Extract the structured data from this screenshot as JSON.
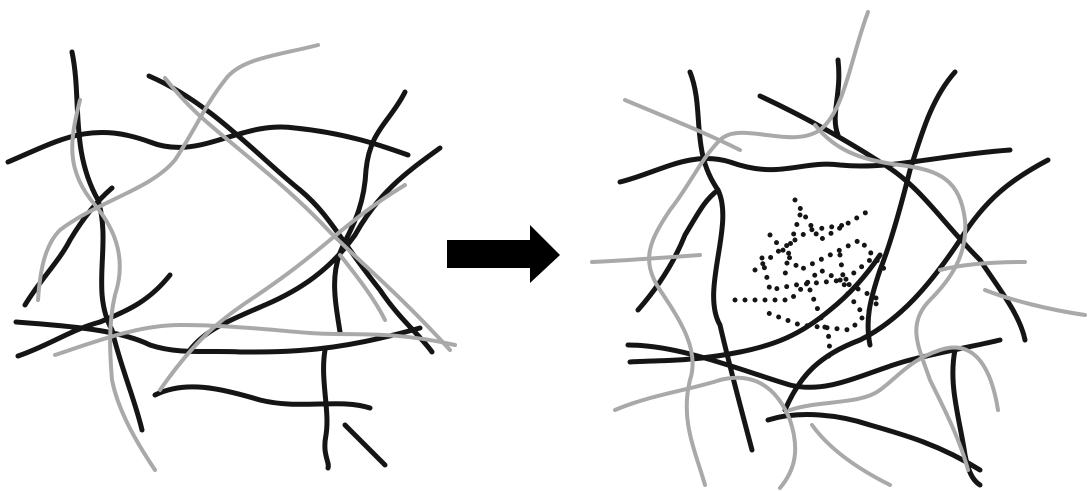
{
  "figure": {
    "panels": [
      {
        "id": "before",
        "state": "network-without-filler"
      },
      {
        "id": "after",
        "state": "network-with-dotted-filler"
      }
    ],
    "arrow_icon": "right-arrow-icon",
    "colors": {
      "background": "#ffffff",
      "primary_fiber": "#151515",
      "secondary_fiber": "#a9a9a9",
      "filler_dots": "#151515",
      "arrow": "#000000"
    }
  }
}
